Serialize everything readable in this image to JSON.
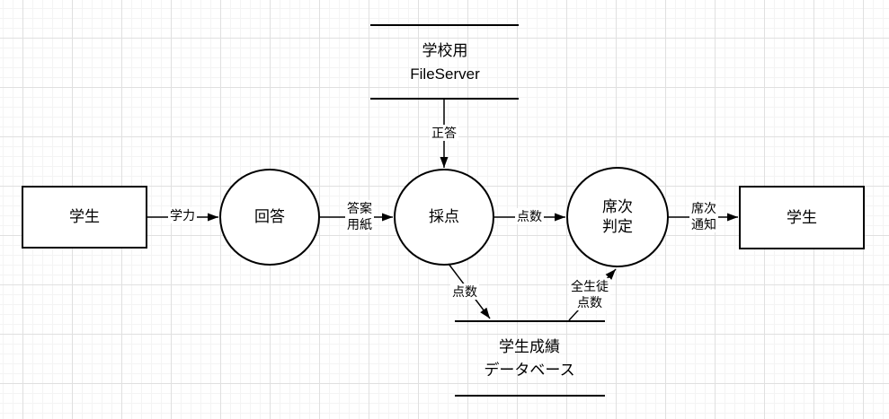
{
  "canvas": {
    "background_color": "#ffffff",
    "grid_minor_color": "#f4f4f4",
    "grid_major_color": "#e0e0e0",
    "stroke_color": "#000000"
  },
  "nodes": {
    "student_left": {
      "type": "external-entity",
      "label": "学生"
    },
    "process_answer": {
      "type": "process",
      "label": "回答"
    },
    "process_scoring": {
      "type": "process",
      "label": "採点"
    },
    "process_ranking": {
      "type": "process",
      "line1": "席次",
      "line2": "判定"
    },
    "student_right": {
      "type": "external-entity",
      "label": "学生"
    },
    "store_fileserver": {
      "type": "data-store",
      "line1": "学校用",
      "line2": "FileServer"
    },
    "store_gradedb": {
      "type": "data-store",
      "line1": "学生成績",
      "line2": "データベース"
    }
  },
  "edges": {
    "ability": {
      "label": "学力"
    },
    "answer_sheet": {
      "line1": "答案",
      "line2": "用紙"
    },
    "correct_answer": {
      "label": "正答"
    },
    "score": {
      "label": "点数"
    },
    "score_to_db": {
      "label": "点数"
    },
    "all_students_scores": {
      "line1": "全生徒",
      "line2": "点数"
    },
    "rank_notice": {
      "line1": "席次",
      "line2": "通知"
    }
  }
}
